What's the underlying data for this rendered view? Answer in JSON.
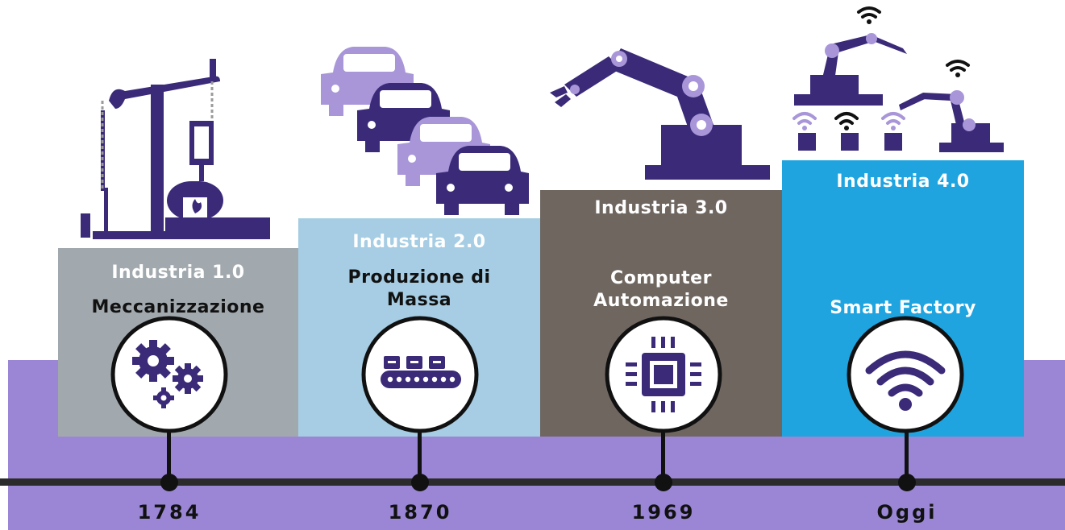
{
  "eras": [
    {
      "tag": "Industria 1.0",
      "title": "Meccanizzazione",
      "year": "1784",
      "icon": "gears-icon",
      "illustration": "steam-pump-icon",
      "color": "#a2a9ae"
    },
    {
      "tag": "Industria 2.0",
      "title": "Produzione di\nMassa",
      "year": "1870",
      "icon": "conveyor-belt-icon",
      "illustration": "cars-icon",
      "color": "#a6cde3"
    },
    {
      "tag": "Industria 3.0",
      "title": "Computer\nAutomazione",
      "year": "1969",
      "icon": "microchip-icon",
      "illustration": "robot-arm-icon",
      "color": "#6f6660"
    },
    {
      "tag": "Industria 4.0",
      "title": "Smart Factory",
      "year": "Oggi",
      "icon": "wifi-icon",
      "illustration": "connected-robots-icon",
      "color": "#1fa4e0"
    }
  ],
  "colors": {
    "accent_purple": "#3b2a78",
    "light_purple": "#a896d9",
    "band": "#9a86d4",
    "line": "#2b2b2b"
  }
}
